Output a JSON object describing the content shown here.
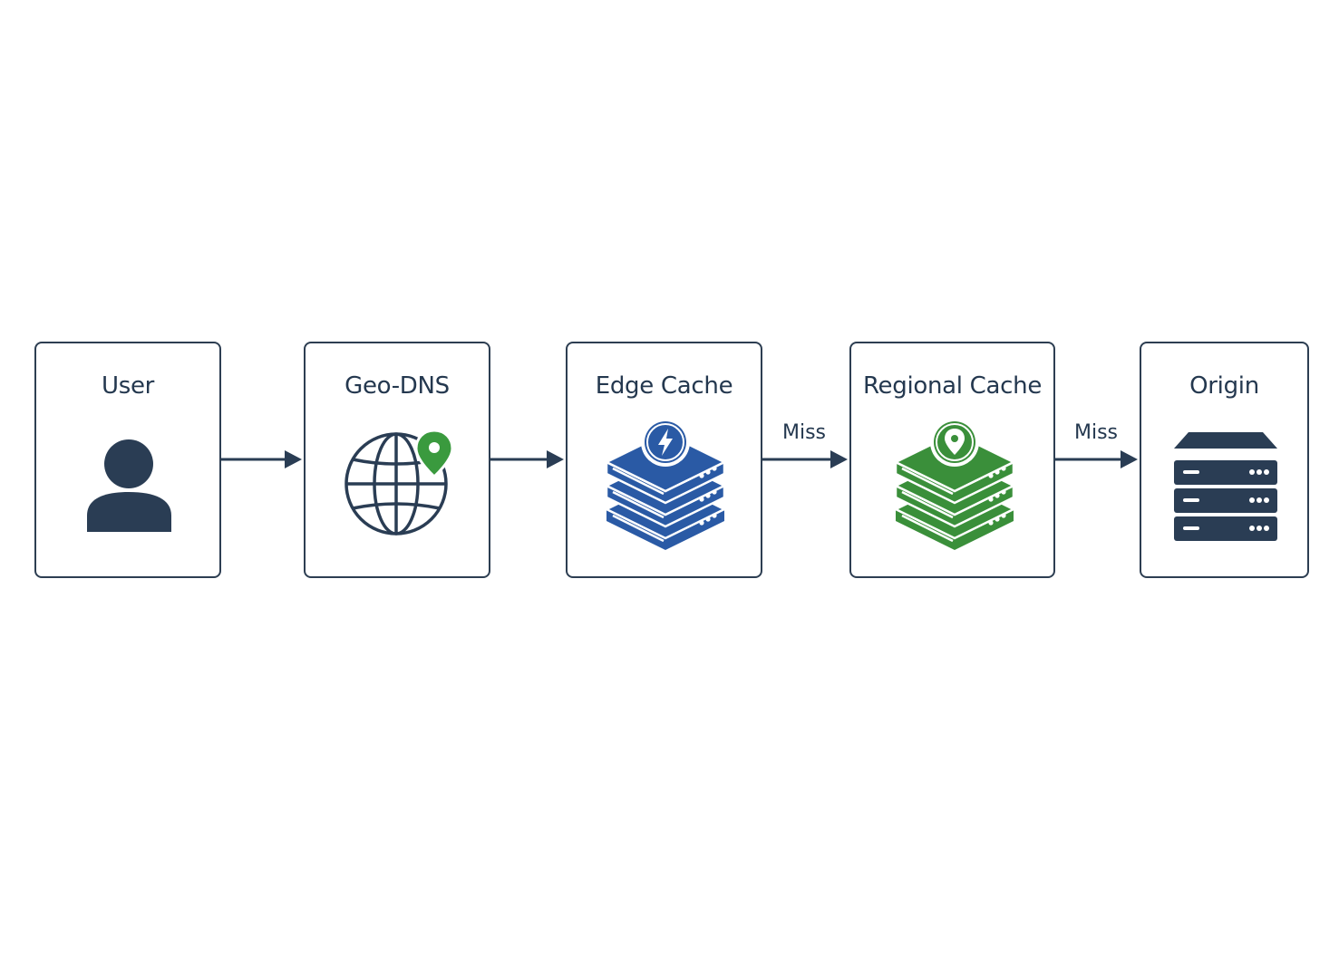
{
  "colors": {
    "ink": "#2a3d54",
    "border": "#2d3e52",
    "edge_blue": "#2a5aa5",
    "regional_green": "#3a8f3a",
    "pin_green": "#3a9a3e",
    "background": "#ffffff"
  },
  "nodes": [
    {
      "id": "user",
      "label": "User",
      "icon": "person-icon"
    },
    {
      "id": "geo-dns",
      "label": "Geo-DNS",
      "icon": "globe-pin-icon"
    },
    {
      "id": "edge-cache",
      "label": "Edge Cache",
      "icon": "server-lightning-icon"
    },
    {
      "id": "regional-cache",
      "label": "Regional Cache",
      "icon": "server-pin-icon"
    },
    {
      "id": "origin",
      "label": "Origin",
      "icon": "server-rack-icon"
    }
  ],
  "edges": [
    {
      "from": "user",
      "to": "geo-dns",
      "label": ""
    },
    {
      "from": "geo-dns",
      "to": "edge-cache",
      "label": ""
    },
    {
      "from": "edge-cache",
      "to": "regional-cache",
      "label": "Miss"
    },
    {
      "from": "regional-cache",
      "to": "origin",
      "label": "Miss"
    }
  ]
}
